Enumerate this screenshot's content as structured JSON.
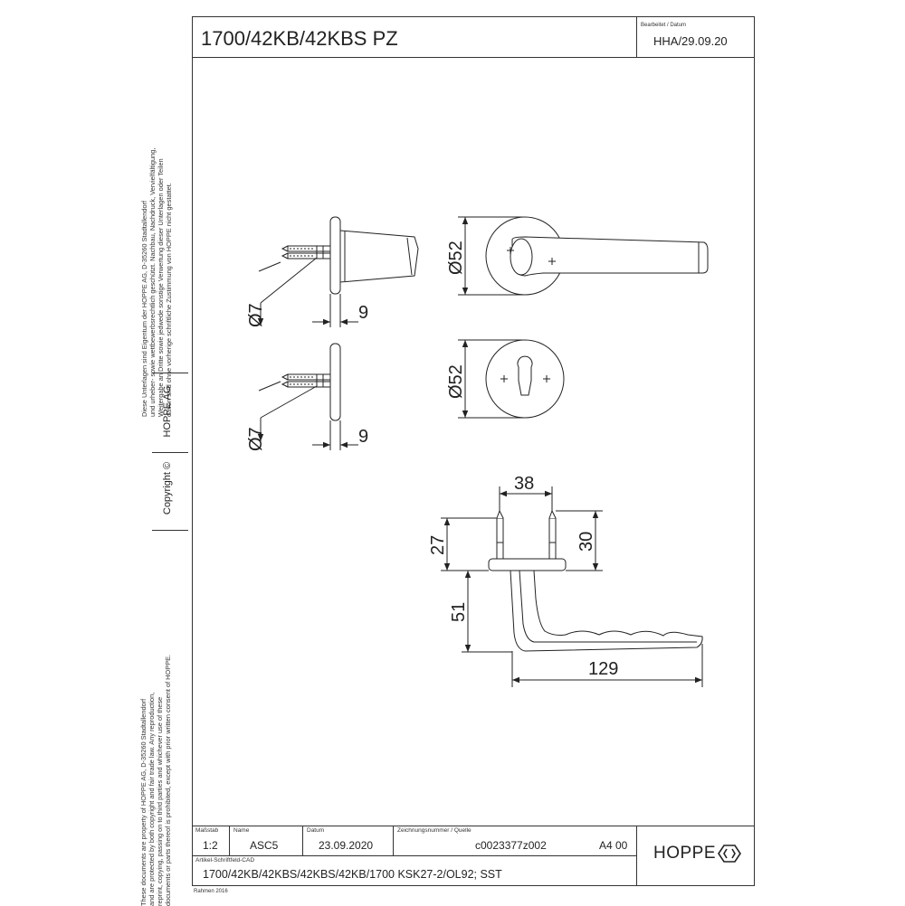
{
  "title": "1700/42KB/42KBS PZ",
  "edited": {
    "label": "Bearbeitet / Datum",
    "value": "HHA/29.09.20"
  },
  "side_notice_de": [
    "Diese Unterlagen sind Eigentum der  HOPPE AG, D-35260 Stadtallendorf",
    "und urheber- sowie wettbewerbsrechtlich geschützt. Nachbau, Nachdruck, Vervielfältigung,",
    "Weitergabe an Dritte sowie jedwede sonstige Verwertung dieser Unterlagen oder Teilen",
    "davon sind ohne vorherige schriftliche Zustimmung von HOPPE nicht gestattet."
  ],
  "side_company": "HOPPE  AG",
  "side_copyright": "Copyright ©",
  "side_notice_en": [
    "These documents are property of HOPPE AG, D-35260 Stadtallendorf",
    "and are protected by both copyright and fair trade law. Any reproduction,",
    "reprint, copying, passing on to third parties and whichever use of these",
    "documents or parts thereof is prohibited, except with prior written consent of HOPPE."
  ],
  "dimensions": {
    "rose_dia_top": "Ø52",
    "rose_dia_bottom": "Ø52",
    "pin_dia_top": "Ø7",
    "pin_dia_bottom": "Ø7",
    "thickness_top": "9",
    "thickness_bottom": "9",
    "pin_spacing": "38",
    "pin_len_left": "27",
    "pin_len_right": "30",
    "lever_height": "51",
    "lever_length": "129"
  },
  "titleblock": {
    "scale_label": "Maßstab",
    "scale": "1:2",
    "name_label": "Name",
    "name": "ASC5",
    "date_label": "Datum",
    "date": "23.09.2020",
    "drawing_label": "Zeichnungsnummer / Quelle",
    "drawing": "c0023377z002",
    "format": "A4 00",
    "article_label": "Artikel-Schriftfeld-CAD",
    "article": "1700/42KB/42KBS/42KBS/42KB/1700  KSK27-2/OL92; SST",
    "logo": "HOPPE"
  },
  "frame_label": "Rahmen 2016"
}
